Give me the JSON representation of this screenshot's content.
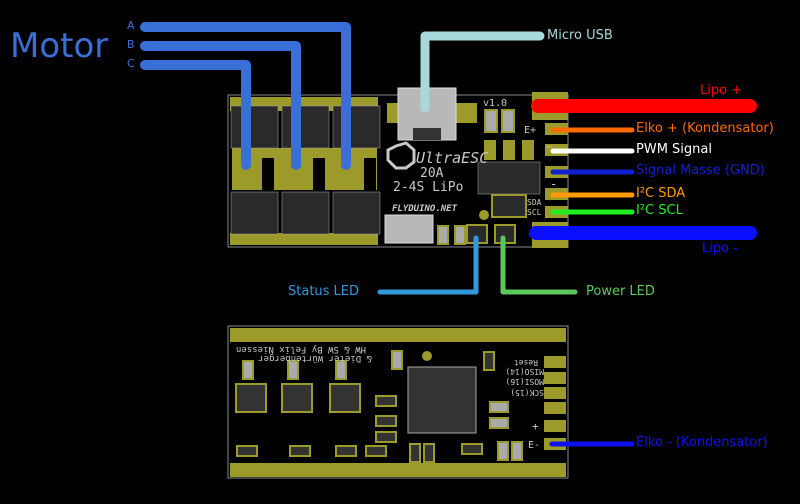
{
  "motor": {
    "title": "Motor",
    "phases": [
      "A",
      "B",
      "C"
    ],
    "color": "#3a6fd8"
  },
  "top_board": {
    "name": "UltraESC",
    "rating": "20A",
    "cells": "2-4S LiPo",
    "brand": "FLYDUINO.NET",
    "version": "v1.0",
    "pad_labels": {
      "e_plus": "E+",
      "sda": "SDA",
      "scl": "SCL",
      "minus": "-",
      "signal": "~"
    }
  },
  "bottom_board": {
    "credit_line1": "HW & SW By Felix Niessen",
    "credit_line2": "& Dieter Würtenberger",
    "pin_labels": [
      "Reset",
      "MISO(14)",
      "MOSI(16)",
      "SCK(15)",
      "+",
      "E-"
    ]
  },
  "connections": [
    {
      "id": "micro-usb",
      "label": "Micro USB",
      "color": "#a8d8dc"
    },
    {
      "id": "lipo-plus",
      "label": "Lipo +",
      "color": "#ff0000"
    },
    {
      "id": "elko-plus",
      "label": "Elko + (Kondensator)",
      "color": "#ff6a00"
    },
    {
      "id": "pwm-signal",
      "label": "PWM Signal",
      "color": "#ffffff"
    },
    {
      "id": "signal-gnd",
      "label": "Signal Masse (GND)",
      "color": "#1020d0"
    },
    {
      "id": "i2c-sda",
      "label": "I²C SDA",
      "color": "#ff9a00"
    },
    {
      "id": "i2c-scl",
      "label": "I²C SCL",
      "color": "#22ee22"
    },
    {
      "id": "lipo-minus",
      "label": "Lipo -",
      "color": "#0a10ff"
    },
    {
      "id": "status-led",
      "label": "Status LED",
      "color": "#3399dd"
    },
    {
      "id": "power-led",
      "label": "Power LED",
      "color": "#5cc85c"
    },
    {
      "id": "elko-minus",
      "label": "Elko - (Kondensator)",
      "color": "#1010ee"
    }
  ],
  "colors": {
    "pcb_copper": "#9c9a2a",
    "pcb_base": "#000000",
    "component": "#333333",
    "silkscreen": "#c8c8c8"
  }
}
